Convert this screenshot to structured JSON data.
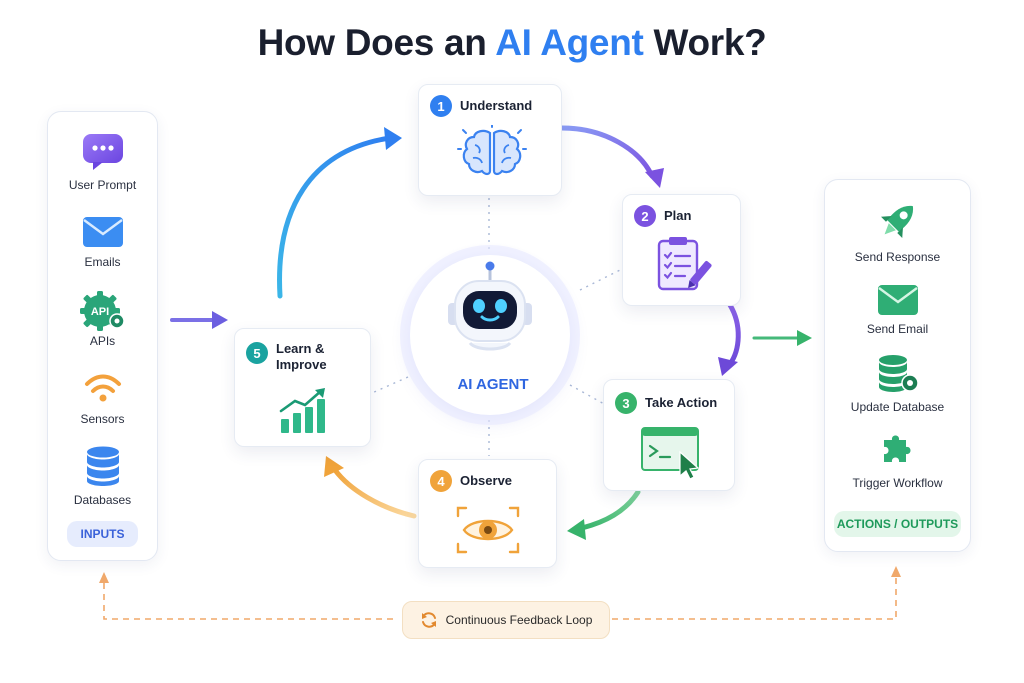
{
  "title": {
    "prefix": "How Does an ",
    "accent": "AI Agent",
    "suffix": " Work?"
  },
  "inputs": {
    "tag": "INPUTS",
    "items": [
      {
        "label": "User Prompt",
        "icon": "chat-bubble-icon"
      },
      {
        "label": "Emails",
        "icon": "envelope-icon"
      },
      {
        "label": "APIs",
        "icon": "api-gear-icon",
        "icon_text": "API"
      },
      {
        "label": "Sensors",
        "icon": "wifi-signal-icon"
      },
      {
        "label": "Databases",
        "icon": "database-icon"
      }
    ]
  },
  "outputs": {
    "tag": "ACTIONS / OUTPUTS",
    "items": [
      {
        "label": "Send Response",
        "icon": "rocket-icon"
      },
      {
        "label": "Send Email",
        "icon": "envelope-icon"
      },
      {
        "label": "Update Database",
        "icon": "database-gear-icon"
      },
      {
        "label": "Trigger Workflow",
        "icon": "puzzle-icon"
      }
    ]
  },
  "center": {
    "label": "AI AGENT",
    "icon": "robot-icon"
  },
  "steps": [
    {
      "num": "1",
      "title": "Understand",
      "icon": "brain-icon",
      "color": "#2f7ff0"
    },
    {
      "num": "2",
      "title": "Plan",
      "icon": "clipboard-checklist-icon",
      "color": "#7b52e0"
    },
    {
      "num": "3",
      "title": "Take Action",
      "icon": "terminal-cursor-icon",
      "color": "#37b36b"
    },
    {
      "num": "4",
      "title": "Observe",
      "icon": "eye-icon",
      "color": "#f0a33a"
    },
    {
      "num": "5",
      "title_line1": "Learn &",
      "title_line2": "Improve",
      "icon": "growth-chart-icon",
      "color": "#1aa3a0"
    }
  ],
  "feedback": {
    "label": "Continuous Feedback Loop",
    "icon": "refresh-icon"
  },
  "colors": {
    "blue": "#2f7ff0",
    "purple": "#7b52e0",
    "green": "#37b36b",
    "orange": "#f0a33a",
    "teal": "#1aa3a0",
    "feedback": "#f0a86a"
  }
}
